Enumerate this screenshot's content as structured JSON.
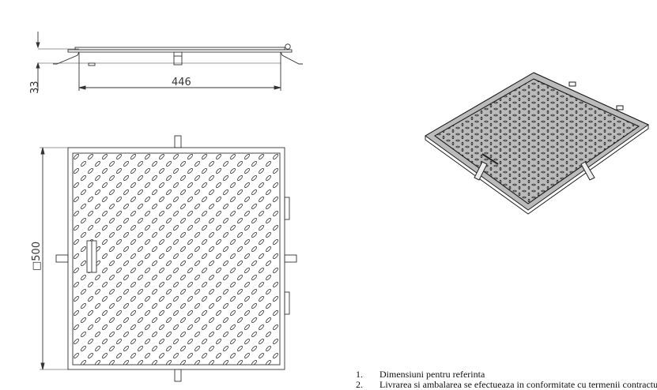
{
  "dimensions": {
    "height": "33",
    "width": "446",
    "square_side": "□500"
  },
  "notes": [
    {
      "number": "1.",
      "text": "Dimensiuni pentru referinta"
    },
    {
      "number": "2.",
      "text": "Livrarea si ambalarea se efectueaza in conformitate cu termenii contractului"
    }
  ]
}
